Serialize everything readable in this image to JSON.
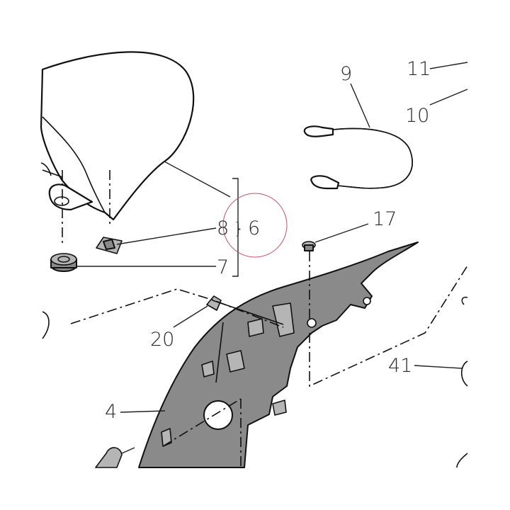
{
  "callouts": {
    "c4": "4",
    "c6": "6",
    "c7": "7",
    "c8": "8",
    "c9": "9",
    "c10": "10",
    "c11": "11",
    "c17": "17",
    "c20": "20",
    "c41": "41",
    "brace": "}"
  },
  "colors": {
    "highlight_circle": "#c0506a",
    "part_fill": "#8a8a8a"
  }
}
